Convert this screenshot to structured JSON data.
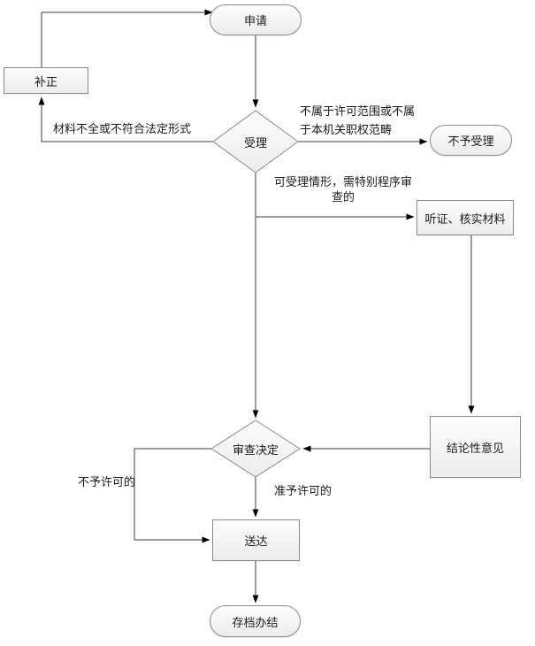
{
  "diagram": {
    "type": "flowchart",
    "nodes": {
      "apply": {
        "label": "申请"
      },
      "correction": {
        "label": "补正"
      },
      "accept": {
        "label": "受理"
      },
      "reject": {
        "label": "不予受理"
      },
      "hearing": {
        "label": "听证、核实材料"
      },
      "conclusion": {
        "label": "结论性意见"
      },
      "decision": {
        "label": "审查决定"
      },
      "deliver": {
        "label": "送达"
      },
      "archive": {
        "label": "存档办结"
      }
    },
    "edge_labels": {
      "incomplete": "材料不全或不符合法定形式",
      "out_of_scope": "不属于许可范围或不属于本机关职权范畴",
      "special_procedure": "可受理情形，需特别程序审查的",
      "not_permitted": "不予许可的",
      "permitted": "准予许可的"
    },
    "colors": {
      "shape_border": "#8a8a8a",
      "connector": "#3c3c3c",
      "arrowhead": "#000000",
      "shape_fill_top": "#fdfdfd",
      "shape_fill_bottom": "#ececec"
    }
  }
}
